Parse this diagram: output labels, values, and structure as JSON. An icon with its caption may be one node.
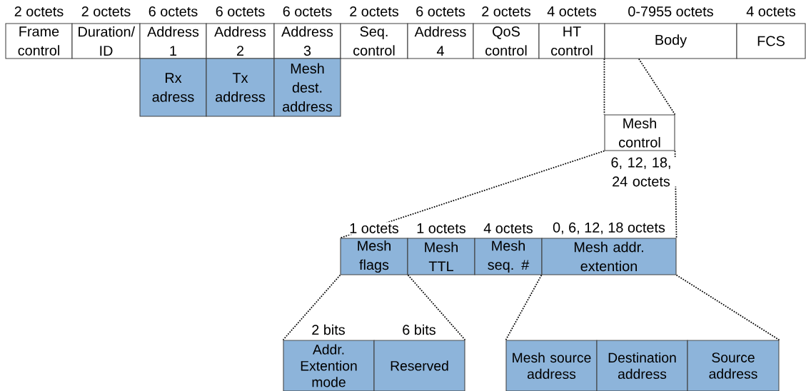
{
  "diagram": {
    "nodes": [
      {
        "text": [
          "Frame control"
        ],
        "beside": [
          "2 octets"
        ]
      },
      {
        "text": [
          "Duration/ ID"
        ],
        "beside": [
          "2 octets"
        ]
      },
      {
        "text": [
          "Address 1"
        ],
        "beside": [
          "6 octets"
        ]
      },
      {
        "text": [
          "Address 2"
        ],
        "beside": [
          "6 octets"
        ]
      },
      {
        "text": [
          "Address 3"
        ],
        "beside": [
          "6 octets"
        ]
      },
      {
        "text": [
          "Seq. control"
        ],
        "beside": [
          "2 octets"
        ]
      },
      {
        "text": [
          "Address 4"
        ],
        "beside": [
          "6 octets"
        ]
      },
      {
        "text": [
          "QoS control"
        ],
        "beside": [
          "2 octets"
        ]
      },
      {
        "text": [
          "HT control"
        ],
        "beside": [
          "4 octets"
        ]
      },
      {
        "text": [
          "Body"
        ],
        "beside": [
          "0-7955 octets"
        ]
      },
      {
        "text": [
          "FCS"
        ],
        "beside": [
          "4 octets"
        ]
      },
      {
        "text": [
          "Rx adress"
        ]
      },
      {
        "text": [
          "Tx address"
        ]
      },
      {
        "text": [
          "Mesh dest. address"
        ]
      },
      {
        "text": [
          "Mesh control"
        ],
        "beside": [
          "6, 12, 18, 24 octets"
        ]
      },
      {
        "text": [
          "Mesh flags"
        ],
        "beside": [
          "1 octets"
        ]
      },
      {
        "text": [
          "Mesh TTL"
        ],
        "beside": [
          "1 octets"
        ]
      },
      {
        "text": [
          "Mesh seq. #"
        ],
        "beside": [
          "4 octets"
        ]
      },
      {
        "text": [
          "Mesh addr. extention"
        ],
        "beside": [
          "0, 6, 12, 18 octets"
        ]
      },
      {
        "text": [
          "Addr. Extention mode"
        ],
        "beside": [
          "2 bits"
        ]
      },
      {
        "text": [
          "Reserved"
        ],
        "beside": [
          "6 bits"
        ]
      },
      {
        "text": [
          "Mesh source address"
        ]
      },
      {
        "text": [
          "Destination address"
        ]
      },
      {
        "text": [
          "Source address"
        ]
      }
    ],
    "edges": [
      {
        "from": 9,
        "to": 14,
        "arrow": "none",
        "style": "dashed"
      },
      {
        "from": 9,
        "to": 14,
        "arrow": "none",
        "style": "dashed"
      },
      {
        "from": 14,
        "to": 15,
        "arrow": "none",
        "style": "dashed"
      },
      {
        "from": 14,
        "to": 18,
        "arrow": "none",
        "style": "dashed"
      },
      {
        "from": 15,
        "to": 19,
        "arrow": "none",
        "style": "dashed"
      },
      {
        "from": 15,
        "to": 20,
        "arrow": "none",
        "style": "dashed"
      },
      {
        "from": 18,
        "to": 21,
        "arrow": "none",
        "style": "dashed"
      },
      {
        "from": 18,
        "to": 23,
        "arrow": "none",
        "style": "dashed"
      }
    ]
  }
}
